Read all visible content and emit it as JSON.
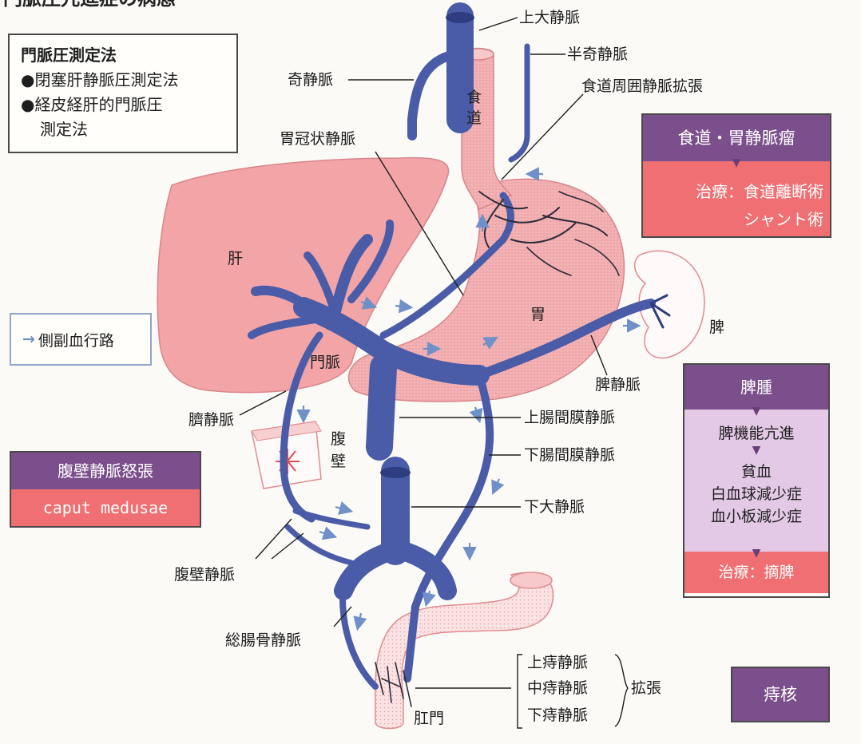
{
  "title": "門脈圧亢進症の病態",
  "method_box": {
    "heading": "門脈圧測定法",
    "items": [
      "閉塞肝静脈圧測定法",
      "経皮経肝的門脈圧",
      "測定法"
    ]
  },
  "legend": {
    "label": "側副血行路"
  },
  "organs": {
    "liver": "肝",
    "esophagus_1": "食",
    "esophagus_2": "道",
    "stomach": "胃",
    "spleen": "脾",
    "abdominal_wall_1": "腹",
    "abdominal_wall_2": "壁",
    "anus": "肛門"
  },
  "vessels": {
    "svc": "上大静脈",
    "hemiazygos": "半奇静脈",
    "azygos": "奇静脈",
    "periesophageal": "食道周囲静脈拡張",
    "coronary": "胃冠状静脈",
    "portal": "門脈",
    "splenic": "脾静脈",
    "umbilical": "臍静脈",
    "smv": "上腸間膜静脈",
    "imv": "下腸間膜静脈",
    "ivc": "下大静脈",
    "abdominal_wall_veins": "腹壁静脈",
    "iliac": "総腸骨静脈",
    "hemorrhoid_upper": "上痔静脈",
    "hemorrhoid_middle": "中痔静脈",
    "hemorrhoid_lower": "下痔静脈",
    "dilation": "拡張"
  },
  "varix_box": {
    "header": "食道・胃静脈瘤",
    "line1": "治療：食道離断術",
    "line2": "シャント術"
  },
  "spleno_box": {
    "header": "脾腫",
    "step1": "脾機能亢進",
    "step2": "貧血",
    "step3": "白血球減少症",
    "step4": "血小板減少症",
    "footer": "治療：摘脾"
  },
  "wall_box": {
    "header": "腹壁静脈怒張",
    "footer": "caput medusae"
  },
  "hemorrhoid_box": {
    "label": "痔核"
  },
  "colors": {
    "vein": "#4a5ca8",
    "vein_dark": "#2f3d80",
    "organ_pink": "#f1a5a8",
    "organ_line": "#d98a8e",
    "purple": "#7b4f8c",
    "salmon": "#ef6f72",
    "lavender": "#e4c9e7",
    "collateral_arrow": "#6f90c9"
  }
}
